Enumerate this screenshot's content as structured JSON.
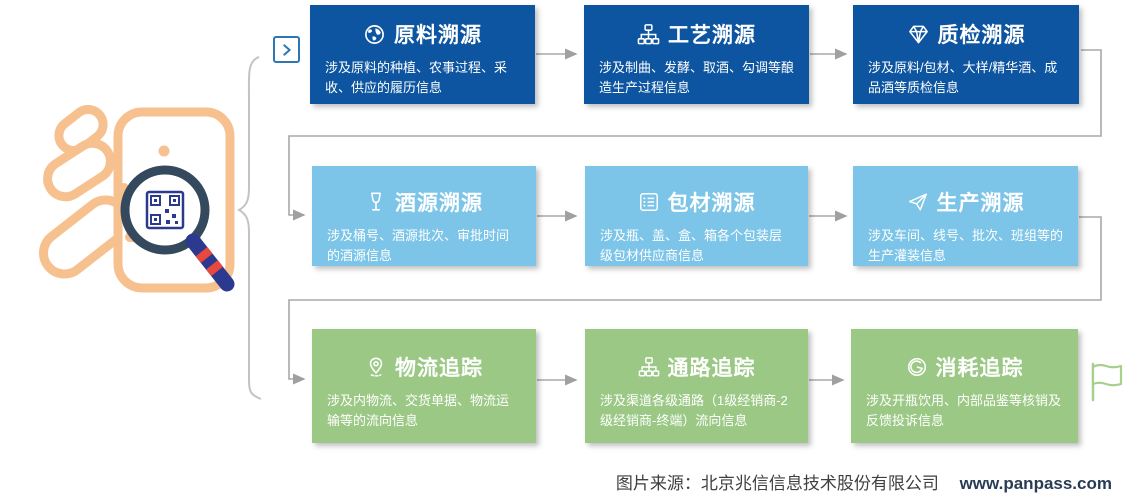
{
  "rows": [
    {
      "theme": "dark-blue",
      "boxes": [
        {
          "icon": "globe-icon",
          "title": "原料溯源",
          "desc": "涉及原料的种植、农事过程、采收、供应的履历信息"
        },
        {
          "icon": "sitemap-icon",
          "title": "工艺溯源",
          "desc": "涉及制曲、发酵、取酒、勾调等酿造生产过程信息"
        },
        {
          "icon": "gem-icon",
          "title": "质检溯源",
          "desc": "涉及原料/包材、大样/精华酒、成品酒等质检信息"
        }
      ]
    },
    {
      "theme": "light-blue",
      "boxes": [
        {
          "icon": "wine-glass-icon",
          "title": "酒源溯源",
          "desc": "涉及桶号、酒源批次、审批时间的酒源信息"
        },
        {
          "icon": "checklist-icon",
          "title": "包材溯源",
          "desc": "涉及瓶、盖、盒、箱各个包装层级包材供应商信息"
        },
        {
          "icon": "paper-plane-icon",
          "title": "生产溯源",
          "desc": "涉及车间、线号、批次、班组等的生产灌装信息"
        }
      ]
    },
    {
      "theme": "green",
      "boxes": [
        {
          "icon": "location-pin-icon",
          "title": "物流追踪",
          "desc": "涉及内物流、交货单据、物流运输等的流向信息"
        },
        {
          "icon": "sitemap-icon",
          "title": "通路追踪",
          "desc": "涉及渠道各级通路（1级经销商-2级经销商-终端）流向信息"
        },
        {
          "icon": "swirl-circle-icon",
          "title": "消耗追踪",
          "desc": "涉及开瓶饮用、内部品鉴等核销及反馈投诉信息"
        }
      ]
    }
  ],
  "caption": {
    "source": "图片来源：北京兆信信息技术股份有限公司",
    "url": "www.panpass.com"
  },
  "colors": {
    "row1_dark_blue": "#0d55a0",
    "row2_light_blue": "#7cc5e8",
    "row3_green": "#9bc985",
    "connector_gray": "#a8a8a8",
    "accent_blue": "#2e75b6",
    "logo_orange": "#f6c18f",
    "magnifier_rim": "#35495e",
    "handle_navy": "#2b3a8f",
    "handle_red": "#e8483d",
    "flag_green": "#a8d08d"
  }
}
